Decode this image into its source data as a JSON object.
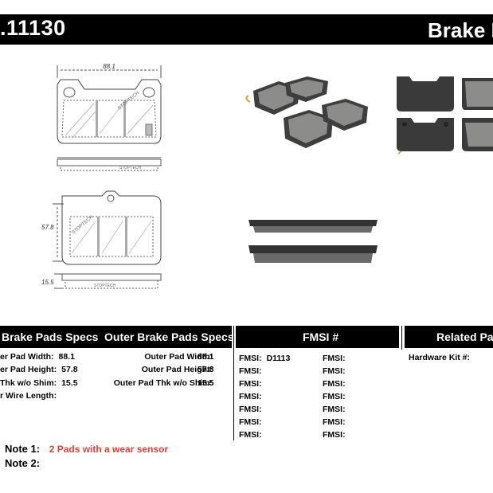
{
  "header": {
    "part_number": ".11130",
    "title": "Brake P"
  },
  "drawing": {
    "width_label": "88.1",
    "height_label": "57.8",
    "thickness_label": "15.5",
    "pad_brand_text": "STOPTECH"
  },
  "sections": {
    "inner_specs": {
      "title": "Brake Pads Specs",
      "rows": [
        {
          "label": "er Pad Width:",
          "value": "88.1"
        },
        {
          "label": "er Pad Height:",
          "value": "57.8"
        },
        {
          "label": "Thk w/o Shim:",
          "value": "15.5"
        },
        {
          "label": "r Wire Length:",
          "value": ""
        }
      ]
    },
    "outer_specs": {
      "title": "Outer Brake Pads Specs",
      "rows": [
        {
          "label": "Outer Pad Width:",
          "value": "88.1"
        },
        {
          "label": "Outer Pad Height:",
          "value": "57.8"
        },
        {
          "label": "Outer Pad Thk w/o Shim:",
          "value": "15.5"
        }
      ]
    },
    "fmsi": {
      "title": "FMSI #",
      "left_label": "FMSI:",
      "right_label": "FMSI:",
      "left_values": [
        "D1113",
        "",
        "",
        "",
        "",
        "",
        ""
      ],
      "right_values": [
        "",
        "",
        "",
        "",
        "",
        "",
        ""
      ]
    },
    "related": {
      "title": "Related Par",
      "rows": [
        {
          "label": "Hardware Kit #:",
          "value": ""
        }
      ]
    }
  },
  "notes": [
    {
      "label": "Note 1:",
      "text": "2 Pads with a wear sensor"
    },
    {
      "label": "Note 2:",
      "text": ""
    }
  ],
  "colors": {
    "header_bg": "#000000",
    "note_red": "#d8443c",
    "pad_gray": "#8c8c8a",
    "backing_dark": "#3e3e3e"
  }
}
